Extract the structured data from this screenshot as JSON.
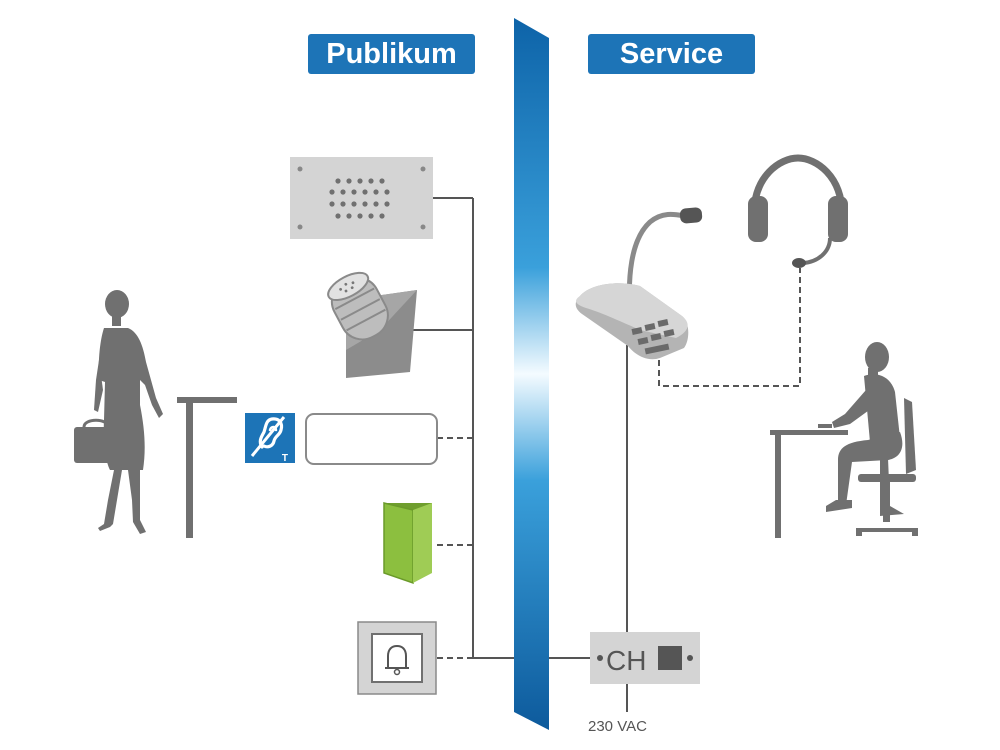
{
  "labels": {
    "left": "Publikum",
    "right": "Service"
  },
  "controller": {
    "label": "CH"
  },
  "power": {
    "label": "230 VAC"
  },
  "hearing_loop_sign": {
    "letter": "T"
  },
  "colors": {
    "accent_blue": "#1d74b7",
    "device_gray": "#d4d4d4",
    "icon_gray": "#707070",
    "door_green": "#8cbf3f"
  }
}
